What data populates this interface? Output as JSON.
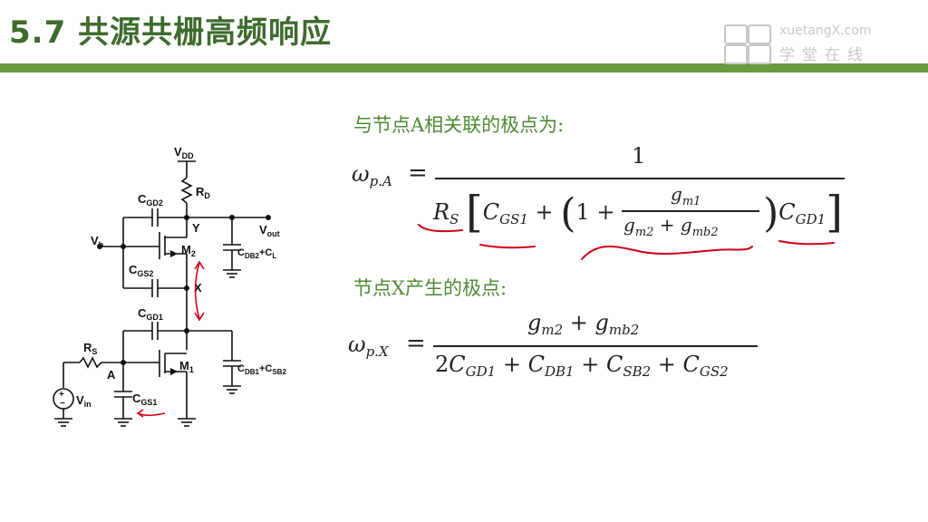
{
  "slide": {
    "title": "5.7  共源共栅高频响应"
  },
  "logo": {
    "brand": "xuetangX.com",
    "sub": "学堂在线"
  },
  "node_a": {
    "heading": "与节点A相关联的极点为:",
    "lhs_main": "ω",
    "lhs_sub": "p.A",
    "numerator": "1"
  },
  "node_x": {
    "heading": "节点X产生的极点:",
    "lhs_main": "ω",
    "lhs_sub": "p.X"
  },
  "circuit": {
    "labels": {
      "vdd": "V",
      "vdd_sub": "DD",
      "rd": "R",
      "rd_sub": "D",
      "cgd2": "C",
      "cgd2_sub": "GD2",
      "y": "Y",
      "vout": "V",
      "vout_sub": "out",
      "vb": "V",
      "vb_sub": "b",
      "m2": "M",
      "m2_sub": "2",
      "cdb2": "C",
      "cdb2_sub": "DB2",
      "cdb2_extra": "+C",
      "cdb2_extra_sub": "L",
      "cgs2": "C",
      "cgs2_sub": "GS2",
      "x": "X",
      "cgd1": "C",
      "cgd1_sub": "GD1",
      "rs": "R",
      "rs_sub": "S",
      "a": "A",
      "m1": "M",
      "m1_sub": "1",
      "cdb1": "C",
      "cdb1_sub": "DB1",
      "cdb1_extra": "+C",
      "cdb1_extra_sub": "SB2",
      "vin": "V",
      "vin_sub": "in",
      "cgs1": "C",
      "cgs1_sub": "GS1"
    }
  },
  "colors": {
    "title": "#3f6b2d",
    "bar": "#6b9a3f",
    "heading": "#4e8a34",
    "annotation": "#d0021b"
  }
}
